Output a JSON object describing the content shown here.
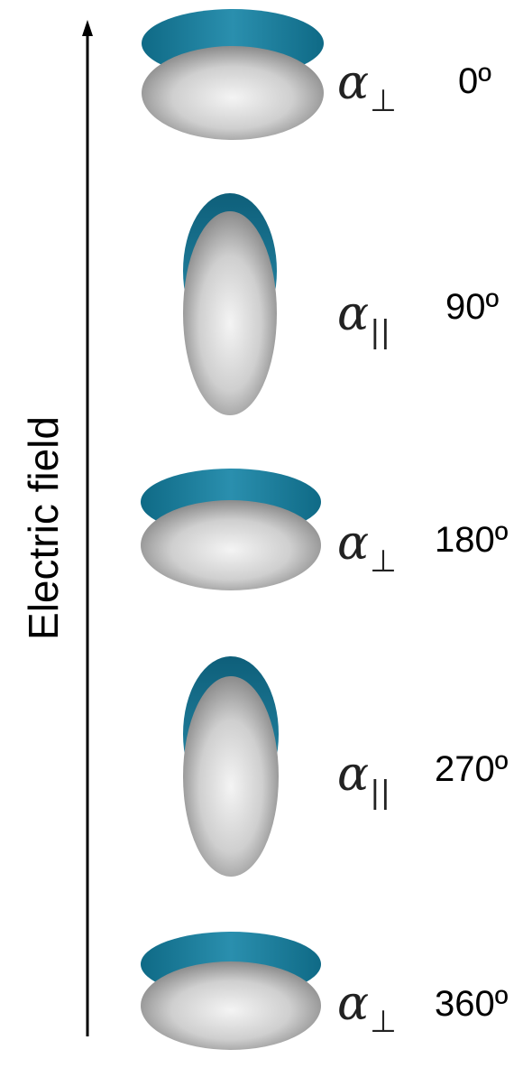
{
  "axis": {
    "label": "Electric field"
  },
  "states": [
    {
      "orientation": "flat",
      "polarizability": "α",
      "subscript": "⊥",
      "angle": "0º"
    },
    {
      "orientation": "upright",
      "polarizability": "α",
      "subscript": "||",
      "angle": "90º"
    },
    {
      "orientation": "flat",
      "polarizability": "α",
      "subscript": "⊥",
      "angle": "180º"
    },
    {
      "orientation": "upright",
      "polarizability": "α",
      "subscript": "||",
      "angle": "270º"
    },
    {
      "orientation": "flat",
      "polarizability": "α",
      "subscript": "⊥",
      "angle": "360º"
    }
  ],
  "colors": {
    "cap": "#1f7f9c",
    "body_light": "#f4f4f4",
    "body_dark": "#7c7c7c",
    "arrow": "#000000"
  }
}
